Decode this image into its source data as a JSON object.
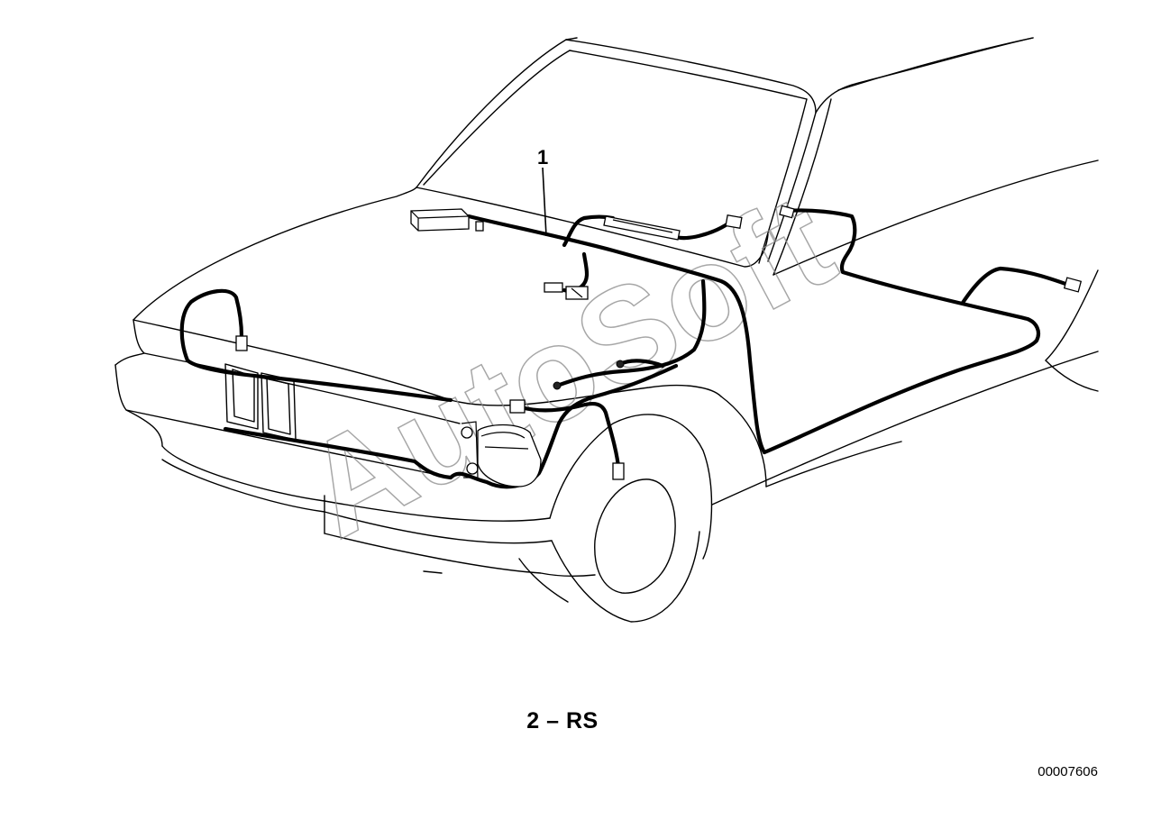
{
  "diagram": {
    "callouts": [
      {
        "label": "1"
      }
    ],
    "watermark": "AutoSoft",
    "caption": "2 – RS",
    "drawing_number": "00007606"
  }
}
